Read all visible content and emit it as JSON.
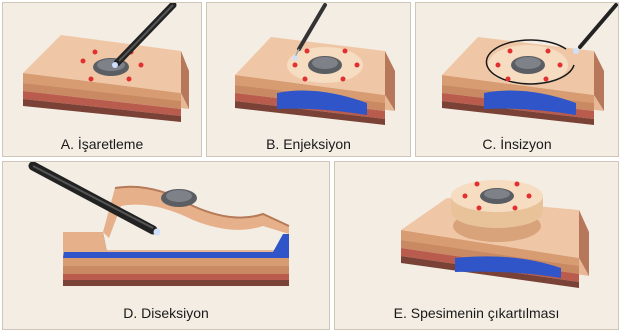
{
  "panels": {
    "a": {
      "caption": "A. İşaretleme"
    },
    "b": {
      "caption": "B. Enjeksiyon"
    },
    "c": {
      "caption": "C. İnsizyon"
    },
    "d": {
      "caption": "D. Diseksiyon"
    },
    "e": {
      "caption": "E. Spesimenin çıkartılması"
    }
  },
  "colors": {
    "panel_bg": "#f3ede3",
    "skin_top": "#f0c7a6",
    "marking_dots": "#e03030",
    "lesion": "#55585c",
    "submucosal_injection": "#2f55c8",
    "instrument": "#222222"
  }
}
